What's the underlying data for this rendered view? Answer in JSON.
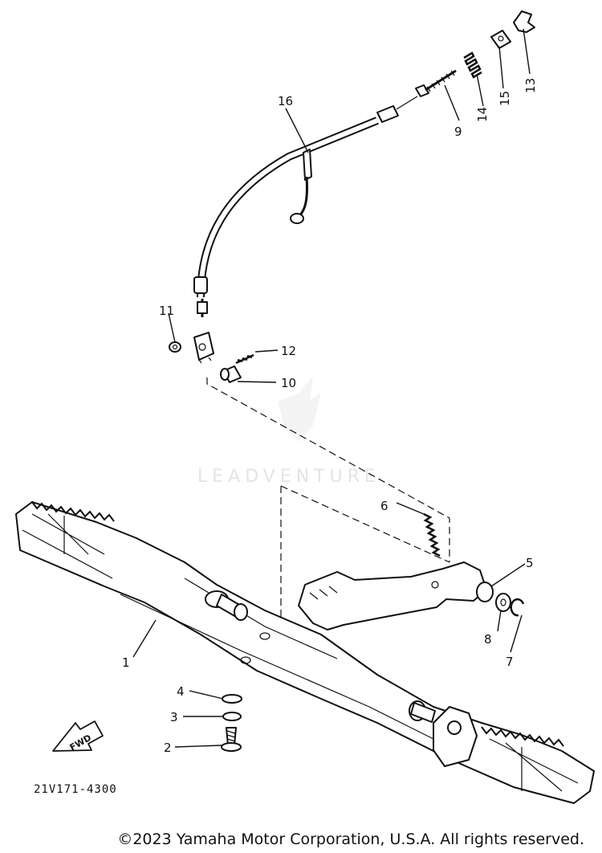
{
  "diagram": {
    "code": "21V171-4300",
    "fwd_label": "FWD",
    "watermark": "LEADVENTURE",
    "callouts": [
      "1",
      "2",
      "3",
      "4",
      "5",
      "6",
      "7",
      "8",
      "9",
      "10",
      "11",
      "12",
      "13",
      "14",
      "15",
      "16"
    ]
  },
  "footer": {
    "copyright": "©2023 Yamaha Motor Corporation, U.S.A. All rights reserved."
  },
  "colors": {
    "ink": "#111111",
    "paper": "#ffffff",
    "watermark": "#e4e4e4"
  }
}
